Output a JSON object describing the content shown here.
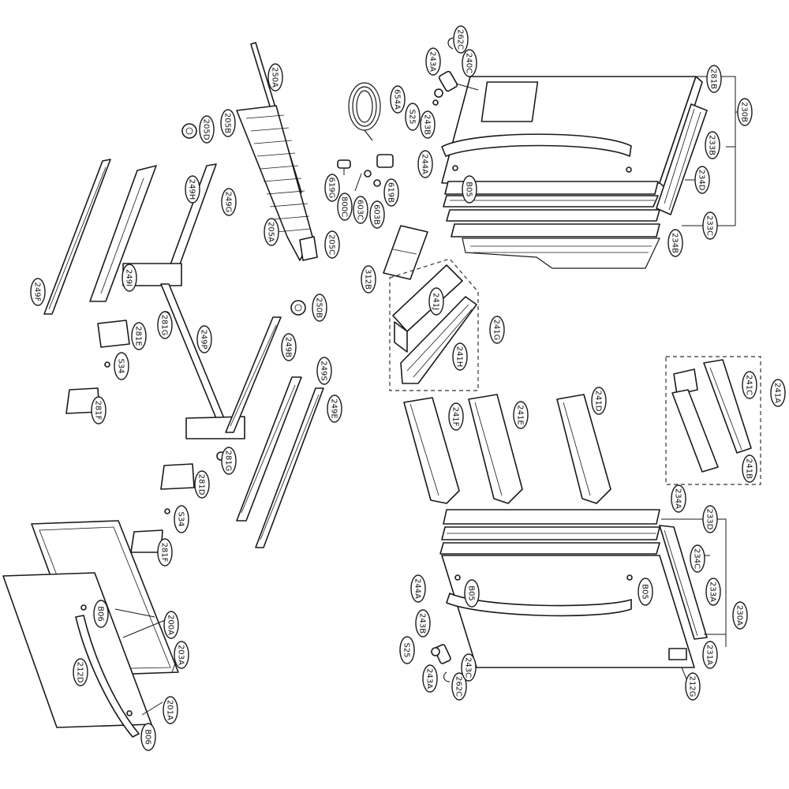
{
  "diagram": {
    "labels": [
      "262C",
      "243A",
      "240C",
      "S25",
      "243B",
      "654A",
      "281B",
      "233B",
      "230B",
      "250A",
      "205B",
      "205D",
      "249H",
      "249G",
      "619G",
      "800C",
      "603C",
      "603B",
      "619B",
      "244A",
      "B05",
      "234D",
      "233C",
      "234B",
      "205A",
      "205C",
      "312B",
      "241J",
      "241G",
      "241H",
      "250B",
      "281G",
      "249P",
      "249B",
      "281E",
      "S34",
      "249F",
      "249E",
      "249S",
      "281F",
      "281G",
      "281D",
      "S34",
      "241F",
      "241E",
      "241D",
      "241C",
      "241A",
      "241B",
      "234A",
      "233D",
      "B05",
      "244A",
      "243B",
      "S25",
      "243A",
      "262C",
      "243C",
      "234C",
      "233A",
      "230A",
      "231A",
      "212G",
      "B05",
      "B06",
      "200A",
      "203A",
      "212D",
      "201A",
      "B06",
      "281F",
      "249I"
    ]
  }
}
